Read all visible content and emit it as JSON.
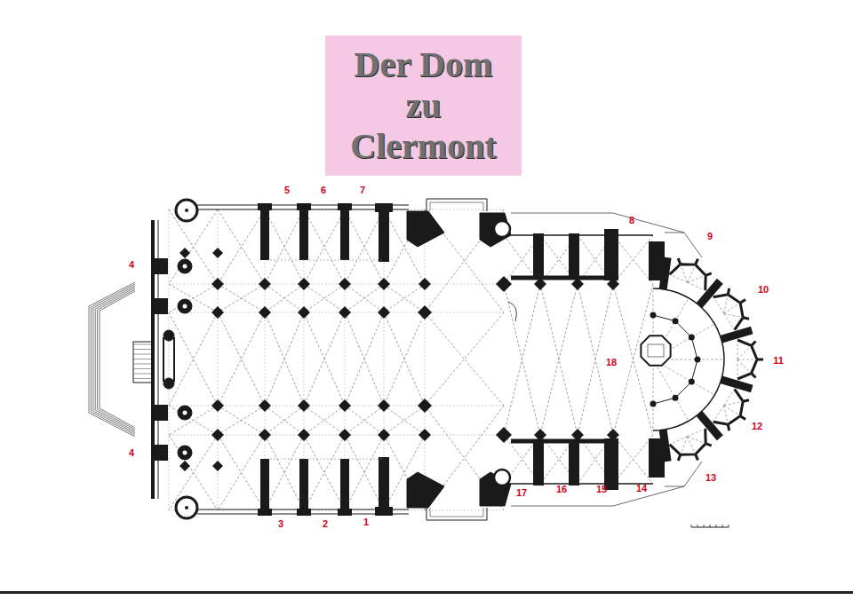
{
  "diagram": {
    "title": "Der Dom zu Clermont",
    "labels": [
      "5",
      "6",
      "7",
      "8",
      "9",
      "10",
      "4",
      "11",
      "18",
      "4",
      "12",
      "3",
      "2",
      "1",
      "17",
      "16",
      "15",
      "14",
      "13"
    ]
  }
}
